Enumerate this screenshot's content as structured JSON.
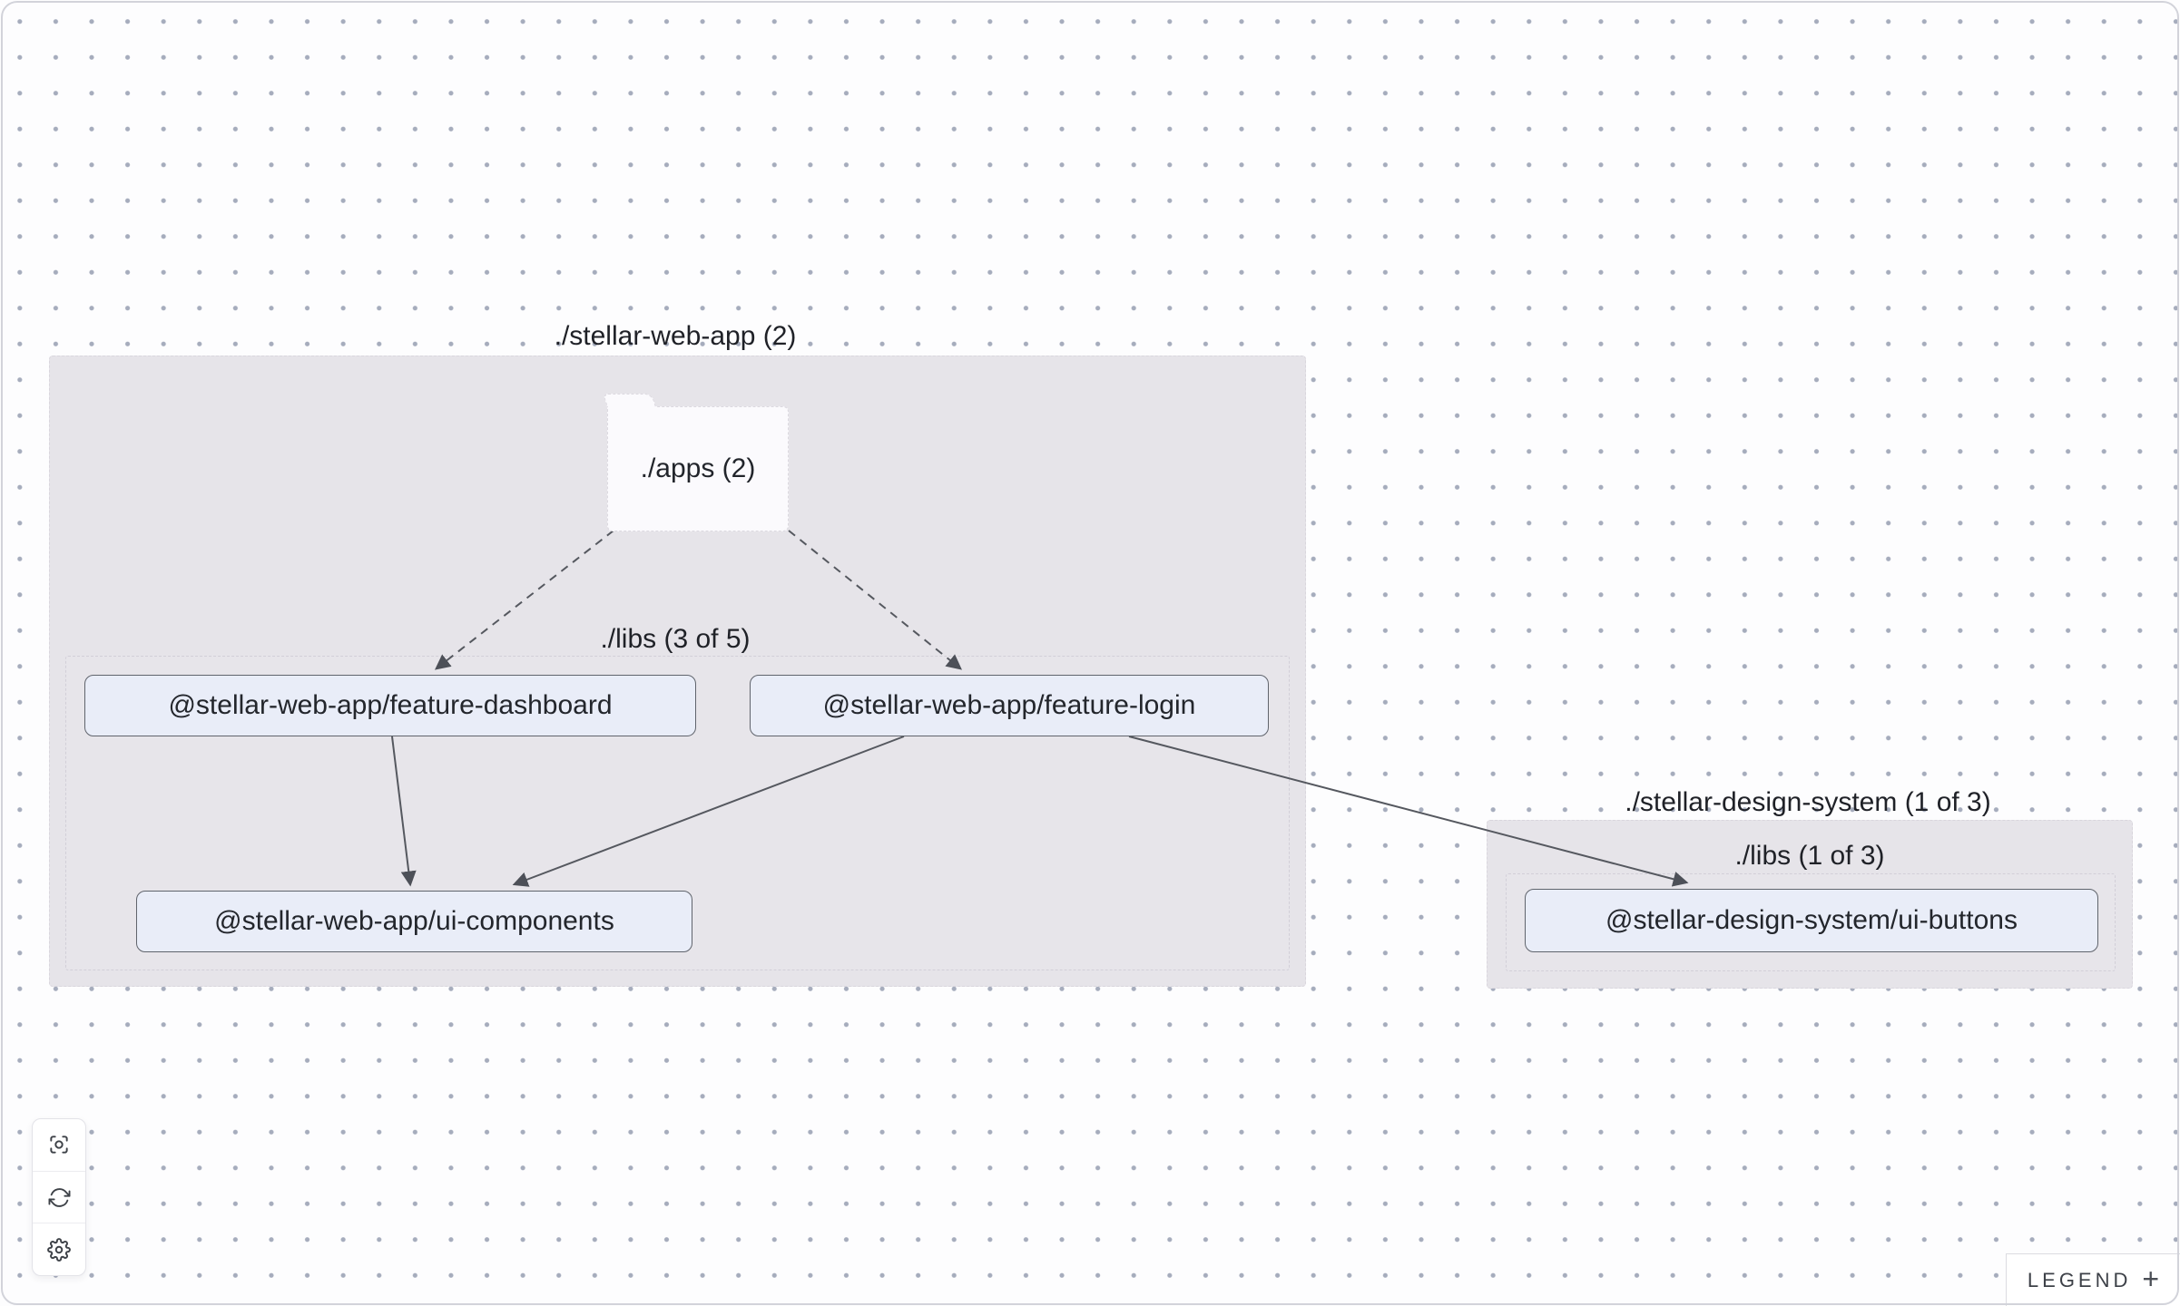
{
  "app": {
    "view": "project-dependency-graph"
  },
  "groups": {
    "web_app": {
      "label": "./stellar-web-app (2)",
      "apps_folder_label": "./apps (2)",
      "libs_label": "./libs (3 of 5)",
      "nodes": {
        "feature_dashboard": "@stellar-web-app/feature-dashboard",
        "feature_login": "@stellar-web-app/feature-login",
        "ui_components": "@stellar-web-app/ui-components"
      }
    },
    "design_system": {
      "label": "./stellar-design-system (1 of 3)",
      "libs_label": "./libs (1 of 3)",
      "nodes": {
        "ui_buttons": "@stellar-design-system/ui-buttons"
      }
    }
  },
  "edges": [
    {
      "from": "./apps",
      "to": "@stellar-web-app/feature-dashboard",
      "style": "dashed"
    },
    {
      "from": "./apps",
      "to": "@stellar-web-app/feature-login",
      "style": "dashed"
    },
    {
      "from": "@stellar-web-app/feature-dashboard",
      "to": "@stellar-web-app/ui-components",
      "style": "solid"
    },
    {
      "from": "@stellar-web-app/feature-login",
      "to": "@stellar-web-app/ui-components",
      "style": "solid"
    },
    {
      "from": "@stellar-web-app/feature-login",
      "to": "@stellar-design-system/ui-buttons",
      "style": "solid"
    }
  ],
  "toolbar": {
    "buttons": [
      {
        "name": "focus"
      },
      {
        "name": "refresh"
      },
      {
        "name": "settings"
      }
    ]
  },
  "legend": {
    "label": "LEGEND",
    "toggle_icon": "+"
  },
  "colors": {
    "group_fill": "#e6e4e9",
    "node_fill": "#e9edf8",
    "node_border": "#60646c",
    "edge": "#55585f",
    "dot": "#969eb1"
  }
}
